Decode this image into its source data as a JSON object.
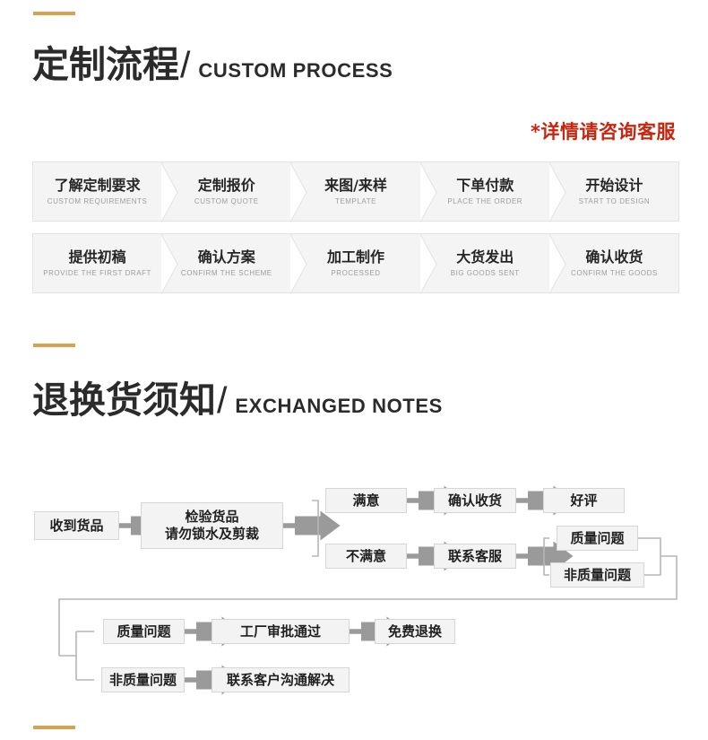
{
  "theme": {
    "accent_orange": "#d8a04f",
    "note_red": "#c9250e",
    "cell_bg": "#f4f4f4",
    "cell_border": "#e2e2e2",
    "arrow_gray": "#9a9a9a",
    "connector_gray": "#b6b6b6"
  },
  "sections": {
    "process": {
      "heading_cn": "定制流程",
      "heading_slash": "/",
      "heading_en": "CUSTOM PROCESS",
      "service_note": "*详情请咨询客服",
      "rows": [
        [
          {
            "cn": "了解定制要求",
            "en": "CUSTOM REQUIREMENTS"
          },
          {
            "cn": "定制报价",
            "en": "CUSTOM QUOTE"
          },
          {
            "cn": "来图/来样",
            "en": "TEMPLATE"
          },
          {
            "cn": "下单付款",
            "en": "PLACE THE ORDER"
          },
          {
            "cn": "开始设计",
            "en": "START TO DESIGN"
          }
        ],
        [
          {
            "cn": "提供初稿",
            "en": "PROVIDE THE FIRST DRAFT"
          },
          {
            "cn": "确认方案",
            "en": "CONFIRM THE SCHEME"
          },
          {
            "cn": "加工制作",
            "en": "PROCESSED"
          },
          {
            "cn": "大货发出",
            "en": "BIG GOODS SENT"
          },
          {
            "cn": "确认收货",
            "en": "CONFIRM THE GOODS"
          }
        ]
      ]
    },
    "notes": {
      "heading_cn": "退换货须知",
      "heading_slash": "/",
      "heading_en": "EXCHANGED NOTES",
      "flow": {
        "received": "收到货品",
        "inspect_line1": "检验货品",
        "inspect_line2": "请勿锁水及剪裁",
        "satisfied": "满意",
        "confirm_receipt": "确认收货",
        "good_review": "好评",
        "unsatisfied": "不满意",
        "contact_service": "联系客服",
        "quality_issue": "质量问题",
        "non_quality_issue": "非质量问题",
        "quality_issue_2": "质量问题",
        "factory_approved": "工厂审批通过",
        "free_return": "免费退换",
        "non_quality_issue_2": "非质量问题",
        "contact_customer": "联系客户沟通解决"
      }
    }
  }
}
